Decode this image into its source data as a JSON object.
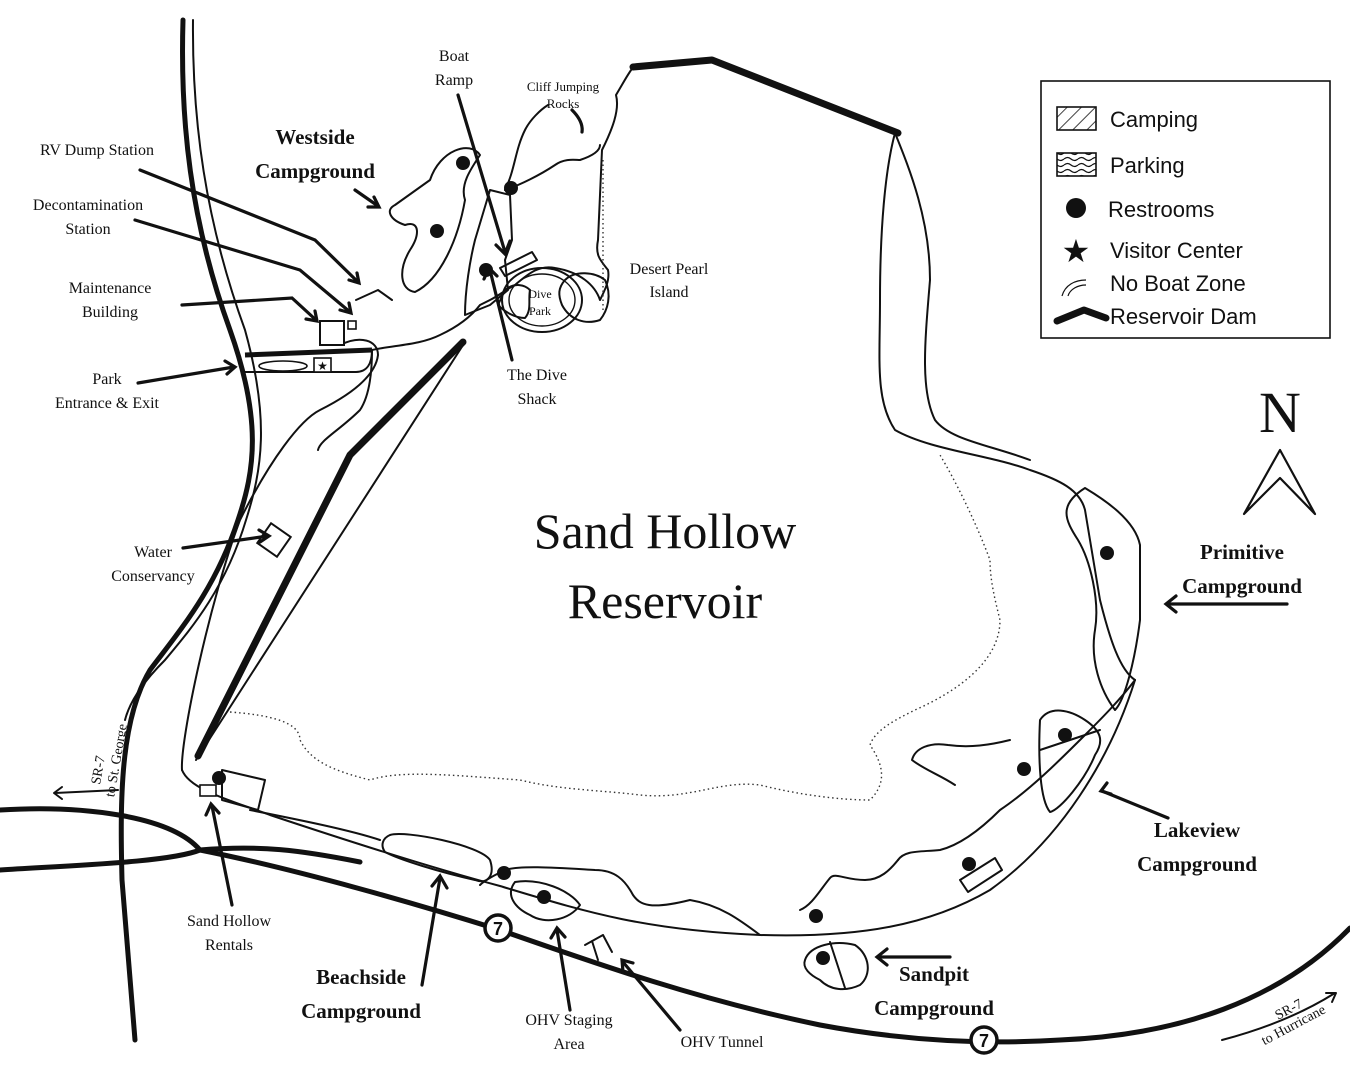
{
  "title": {
    "line1": "Sand Hollow",
    "line2": "Reservoir"
  },
  "legend": {
    "camping": "Camping",
    "parking": "Parking",
    "restrooms": "Restrooms",
    "visitor_center": "Visitor Center",
    "no_boat_zone": "No Boat Zone",
    "reservoir_dam": "Reservoir Dam"
  },
  "north": "N",
  "labels": {
    "boat_ramp": [
      "Boat",
      "Ramp"
    ],
    "cliff_jumping": [
      "Cliff Jumping",
      "Rocks"
    ],
    "westside": [
      "Westside",
      "Campground"
    ],
    "rv_dump": "RV Dump Station",
    "decon": [
      "Decontamination",
      "Station"
    ],
    "maintenance": [
      "Maintenance",
      "Building"
    ],
    "park_entrance": [
      "Park",
      "Entrance & Exit"
    ],
    "dive_park": [
      "Dive",
      "Park"
    ],
    "desert_pearl": [
      "Desert Pearl",
      "Island"
    ],
    "dive_shack": [
      "The Dive",
      "Shack"
    ],
    "water_conservancy": [
      "Water",
      "Conservancy"
    ],
    "primitive": [
      "Primitive",
      "Campground"
    ],
    "lakeview": [
      "Lakeview",
      "Campground"
    ],
    "sandpit": [
      "Sandpit",
      "Campground"
    ],
    "beachside": [
      "Beachside",
      "Campground"
    ],
    "rentals": [
      "Sand Hollow",
      "Rentals"
    ],
    "ohv_staging": [
      "OHV Staging",
      "Area"
    ],
    "ohv_tunnel": "OHV Tunnel",
    "sr7_west": [
      "SR-7",
      "to St. George"
    ],
    "sr7_east": [
      "SR-7",
      "to Hurricane"
    ],
    "route_shield": "7"
  }
}
